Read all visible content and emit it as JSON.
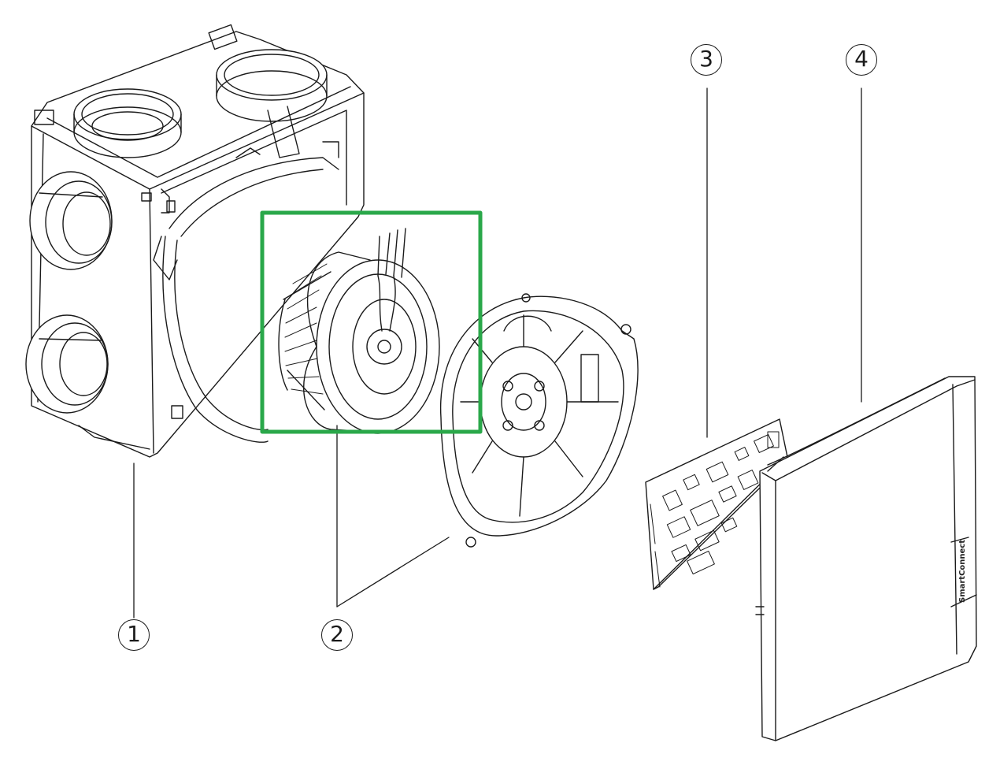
{
  "callouts": {
    "c1": "1",
    "c2": "2",
    "c3": "3",
    "c4": "4"
  },
  "cover_brand_text": "SmartConnect",
  "highlight_color": "#2aa84a",
  "line_color": "#1a1a1a"
}
